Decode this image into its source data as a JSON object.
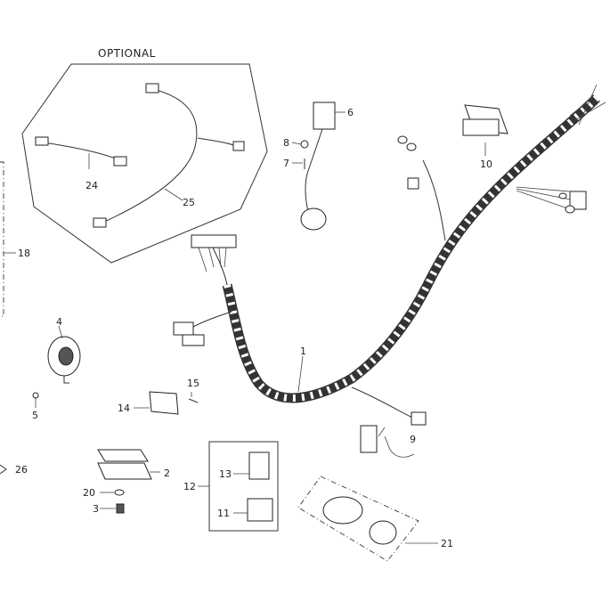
{
  "optional_group": {
    "label": "OPTIONAL"
  },
  "callouts": [
    {
      "id": "c1",
      "text": "1"
    },
    {
      "id": "c2",
      "text": "2"
    },
    {
      "id": "c3",
      "text": "3"
    },
    {
      "id": "c4",
      "text": "4"
    },
    {
      "id": "c5",
      "text": "5"
    },
    {
      "id": "c6",
      "text": "6"
    },
    {
      "id": "c7",
      "text": "7"
    },
    {
      "id": "c8",
      "text": "8"
    },
    {
      "id": "c9",
      "text": "9"
    },
    {
      "id": "c10",
      "text": "10"
    },
    {
      "id": "c11",
      "text": "11"
    },
    {
      "id": "c12",
      "text": "12"
    },
    {
      "id": "c13",
      "text": "13"
    },
    {
      "id": "c14",
      "text": "14"
    },
    {
      "id": "c15",
      "text": "15"
    },
    {
      "id": "c18",
      "text": "18"
    },
    {
      "id": "c20",
      "text": "20"
    },
    {
      "id": "c21",
      "text": "21"
    },
    {
      "id": "c24",
      "text": "24"
    },
    {
      "id": "c25",
      "text": "25"
    },
    {
      "id": "c26",
      "text": "26"
    }
  ]
}
